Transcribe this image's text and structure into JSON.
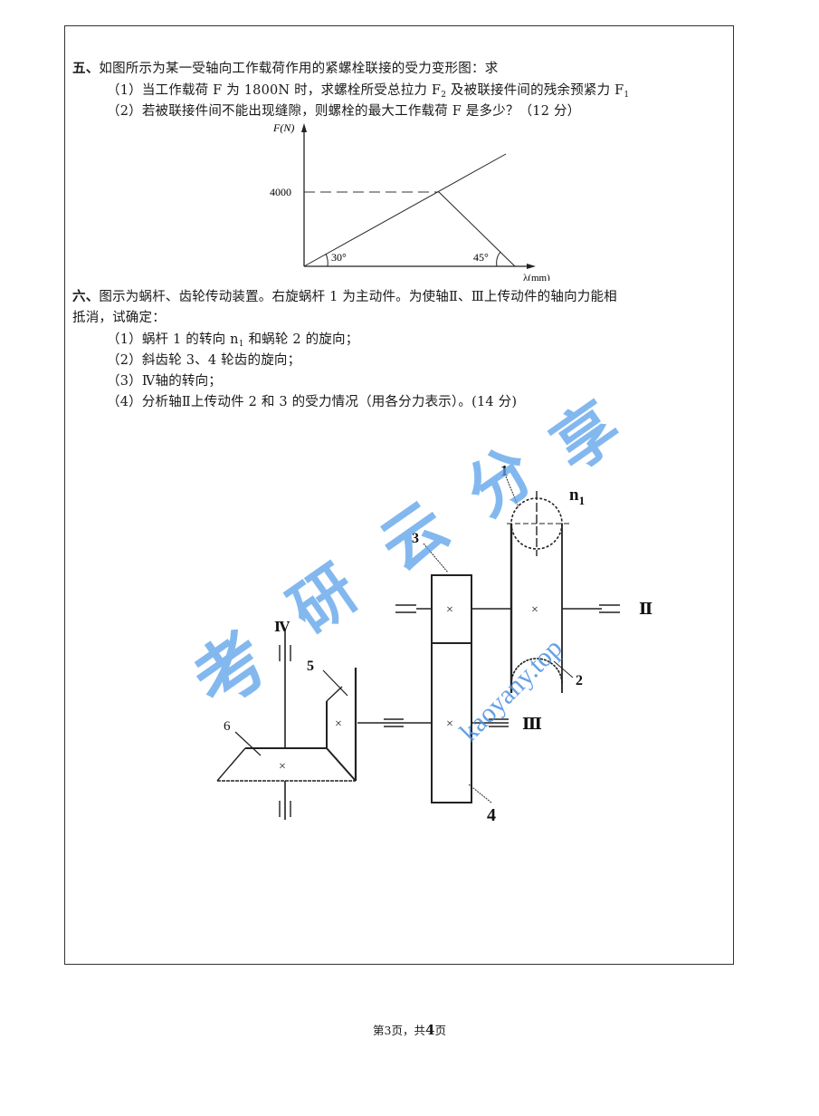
{
  "question5": {
    "heading_num": "五、",
    "heading_text": "如图所示为某一受轴向工作载荷作用的紧螺栓联接的受力变形图：求",
    "part1_prefix": "（1）当工作载荷 F 为 1800N 时，求螺栓所受总拉力 F",
    "part1_sub1": "2",
    "part1_mid": " 及被联接件间的残余预紧力 F",
    "part1_sub2": "1",
    "part2": "（2）若被联接件间不能出现缝隙，则螺栓的最大工作载荷 F 是多少？（12 分）"
  },
  "chart_data": {
    "type": "line",
    "title": "",
    "xlabel": "λ(mm)",
    "ylabel": "F(N)",
    "y_tick": "4000",
    "annotations": [
      "30°",
      "45°"
    ],
    "series": [
      {
        "name": "bolt stiffness line",
        "angle_deg": 30,
        "from": [
          0,
          0
        ],
        "through": [
          1,
          4000
        ],
        "extends_beyond": true
      },
      {
        "name": "member stiffness line",
        "angle_deg": 45,
        "from": [
          1,
          4000
        ],
        "to": [
          1.6,
          0
        ]
      }
    ],
    "preload_dashed_level": 4000
  },
  "question6": {
    "heading_num": "六、",
    "heading_line1": "图示为蜗杆、齿轮传动装置。右旋蜗杆 1 为主动件。为使轴Ⅱ、Ⅲ上传动件的轴向力能相",
    "heading_line2": "抵消，试确定：",
    "part1_prefix": "（1）蜗杆 1 的转向 n",
    "part1_sub": "1",
    "part1_suffix": " 和蜗轮 2 的旋向；",
    "part2": "（2）斜齿轮 3、4 轮齿的旋向；",
    "part3": "（3）Ⅳ轴的转向；",
    "part4": "（4）分析轴Ⅱ上传动件 2 和 3 的受力情况（用各分力表示）。(14 分)"
  },
  "diagram": {
    "labels": {
      "worm": "1",
      "worm_wheel": "2",
      "gear3": "3",
      "gear4": "4",
      "bevel5": "5",
      "bevel6": "6",
      "n1": "n",
      "n1_sub": "1",
      "shaft2": "Ⅱ",
      "shaft3": "Ⅲ",
      "shaft4": "Ⅳ"
    },
    "center_mark": "×"
  },
  "watermark": {
    "text": "考研云分享",
    "url": "kaoyany.top",
    "color": "#3a8ee6"
  },
  "footer": {
    "prefix": "第3页，共",
    "total": "4",
    "suffix": "页"
  }
}
